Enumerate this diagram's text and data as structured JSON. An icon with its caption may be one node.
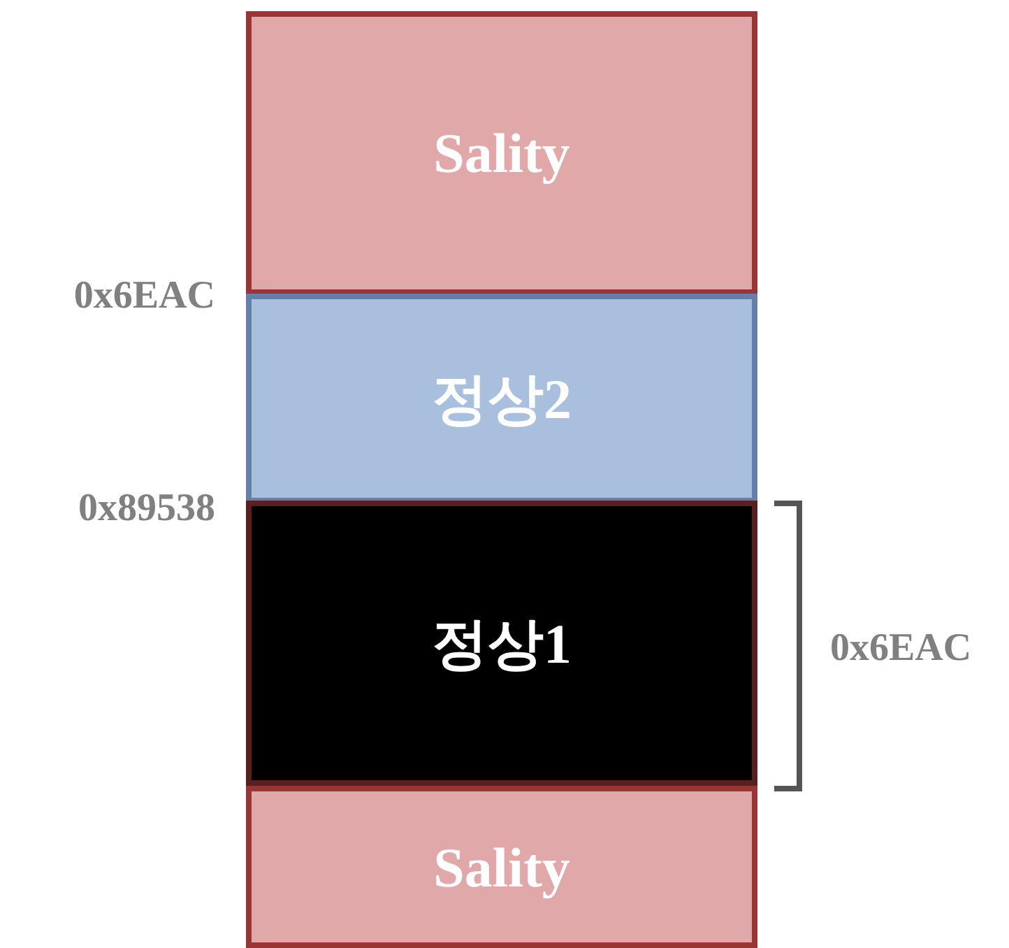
{
  "diagram": {
    "nodes": [
      {
        "text": [
          "Sality"
        ]
      },
      {
        "text": [
          "정상2"
        ]
      },
      {
        "text": [
          "정상1"
        ]
      },
      {
        "text": [
          "Sality"
        ]
      }
    ],
    "labels": [
      "0x6EAC",
      "0x89538",
      "0x6EAC"
    ]
  }
}
